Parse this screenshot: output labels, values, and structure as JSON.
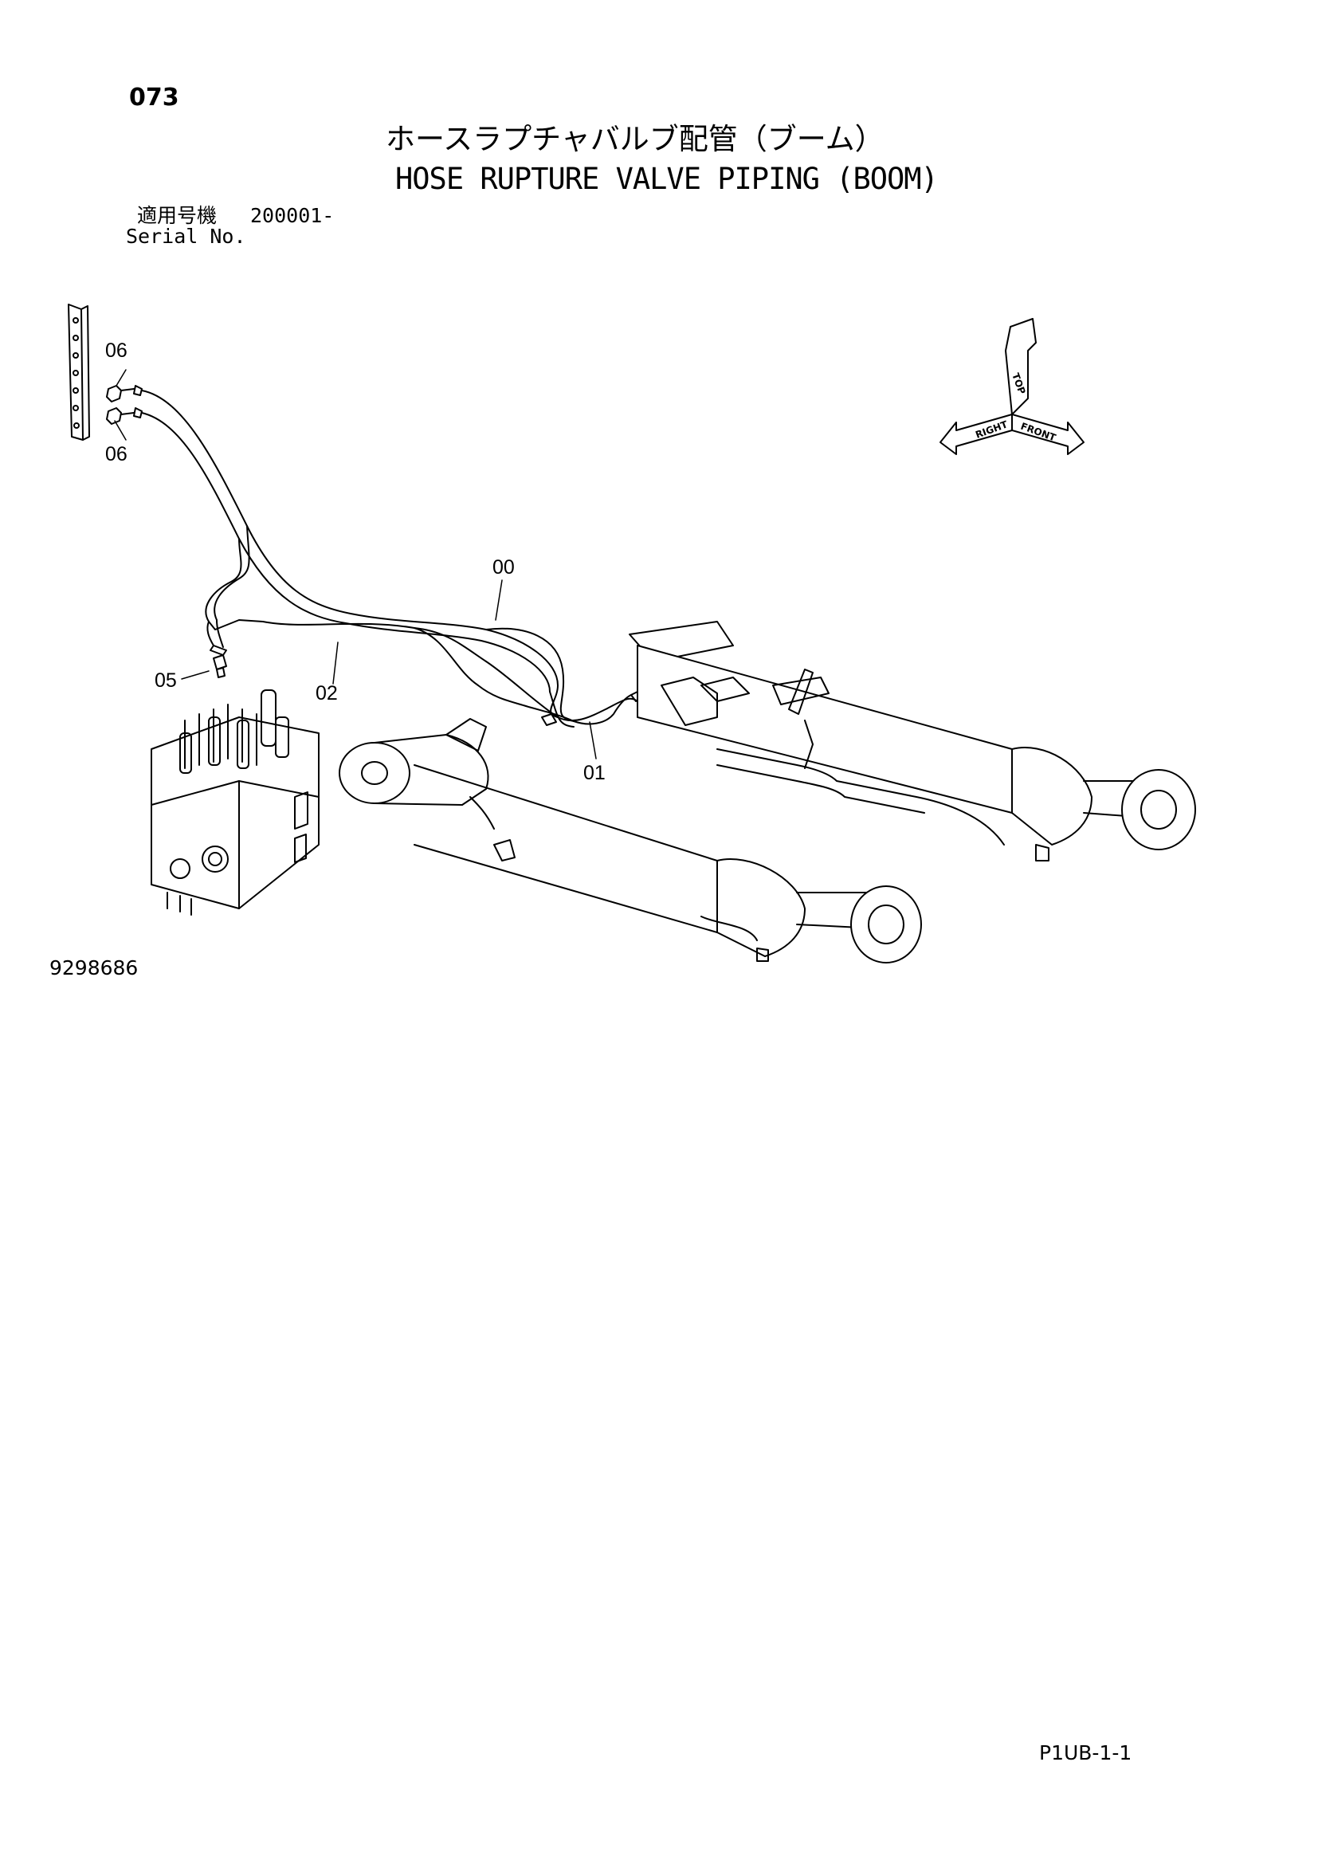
{
  "header": {
    "page_number": "073",
    "title_japanese": "ホースラプチャバルブ配管（ブーム）",
    "title_english": "HOSE RUPTURE VALVE PIPING (BOOM)",
    "serial_label_japanese": "適用号機",
    "serial_value": "200001-",
    "serial_label_english": "Serial No."
  },
  "callouts": [
    {
      "id": "callout-06-top",
      "label": "06"
    },
    {
      "id": "callout-06-bottom",
      "label": "06"
    },
    {
      "id": "callout-00",
      "label": "00"
    },
    {
      "id": "callout-05",
      "label": "05"
    },
    {
      "id": "callout-02",
      "label": "02"
    },
    {
      "id": "callout-01",
      "label": "01"
    }
  ],
  "orientation": {
    "top": "TOP",
    "right": "RIGHT",
    "front": "FRONT"
  },
  "footer": {
    "drawing_number": "9298686",
    "page_code": "P1UB-1-1"
  },
  "colors": {
    "ink": "#000000",
    "paper": "#ffffff"
  }
}
